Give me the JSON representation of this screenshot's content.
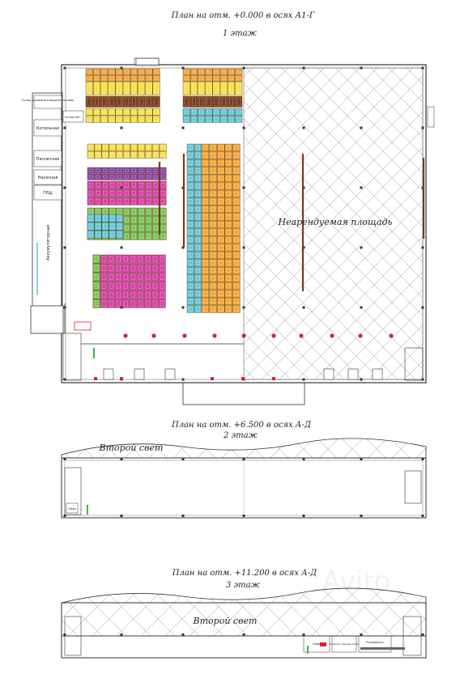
{
  "floor1": {
    "title": "План на отм. +0.000 в осях А1-Г",
    "floor": "1 этаж",
    "area_label": "Неарендуемая площадь",
    "rooms": {
      "r1": "Склад хранения и выдачи топлива",
      "r2": "Склад мат.",
      "r3": "Котельная",
      "r4": "Паллетная",
      "r5": "Насосная",
      "r6": "ГРЩ",
      "r7": "Аккумуляторная"
    }
  },
  "floor2": {
    "title": "План на отм. +6.500 в осях А-Д",
    "floor": "2 этаж",
    "void_label": "Второй свет",
    "rooms": {
      "r1": "Офис"
    }
  },
  "floor3": {
    "title": "План на отм. +11.200 в осях А-Д",
    "floor": "3 этаж",
    "void_label": "Второй свет",
    "rooms": {
      "r1": "Офис",
      "r2": "Комната приема пищи",
      "r3": "Раздевалка"
    }
  },
  "watermark": "Avito",
  "colors": {
    "orange": "#f3a63a",
    "yellow": "#f6e04f",
    "magenta": "#d93ea8",
    "purple": "#8b3fa8",
    "cyan": "#62c9dc",
    "green": "#7bc356",
    "red": "#d7262b",
    "brown": "#7a3a1c",
    "line": "#333333"
  }
}
